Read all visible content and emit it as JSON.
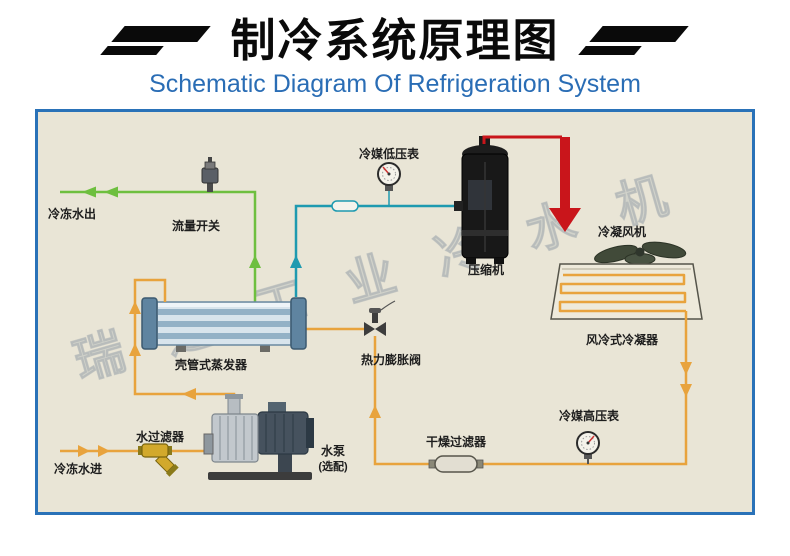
{
  "header": {
    "title": "制冷系统原理图",
    "subtitle": "Schematic Diagram Of Refrigeration System"
  },
  "diagram": {
    "watermark": "瑞通工业冷水机",
    "labels": {
      "chilled_water_out": "冷冻水出",
      "flow_switch": "流量开关",
      "low_pressure_gauge": "冷媒低压表",
      "compressor": "压缩机",
      "condenser_fan": "冷凝风机",
      "air_cooled_condenser": "风冷式冷凝器",
      "expansion_valve": "热力膨胀阀",
      "evaporator": "壳管式蒸发器",
      "high_pressure_gauge": "冷媒高压表",
      "drying_filter": "干燥过滤器",
      "water_pump": "水泵",
      "water_pump_option": "(选配)",
      "water_filter": "水过滤器",
      "chilled_water_in": "冷冻水进"
    },
    "colors": {
      "chilled_water_out_line": "#6ebf3f",
      "suction_line": "#1e9ab0",
      "hot_gas_line": "#c9151b",
      "liquid_water_in_line": "#e8a33d",
      "diagram_background": "#e9e5d6",
      "frame_border": "#2a72b8",
      "subtitle_text": "#2a6db5"
    }
  }
}
